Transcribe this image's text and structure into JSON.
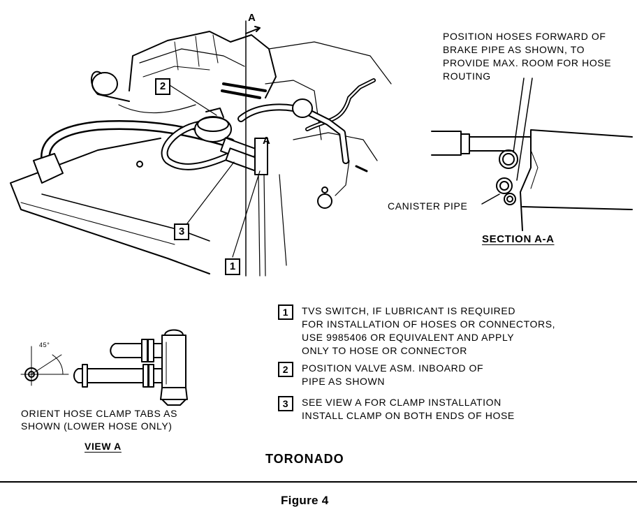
{
  "callouts": [
    "1",
    "2",
    "3"
  ],
  "section_marker": "A",
  "section_note": [
    "POSITION HOSES FORWARD OF",
    "BRAKE PIPE AS SHOWN, TO",
    "PROVIDE MAX. ROOM FOR HOSE",
    "ROUTING"
  ],
  "canister_label": "CANISTER PIPE",
  "section_title": "SECTION A-A",
  "notes": [
    {
      "num": "1",
      "text": "TVS SWITCH, IF LUBRICANT IS REQUIRED\nFOR INSTALLATION OF HOSES OR CONNECTORS,\nUSE 9985406 OR EQUIVALENT AND APPLY\nONLY TO HOSE OR CONNECTOR"
    },
    {
      "num": "2",
      "text": "POSITION VALVE ASM. INBOARD OF\nPIPE AS SHOWN"
    },
    {
      "num": "3",
      "text": "SEE VIEW A FOR CLAMP INSTALLATION\nINSTALL CLAMP ON BOTH ENDS OF HOSE"
    }
  ],
  "angle_label": "45°",
  "view_a_note": [
    "ORIENT HOSE CLAMP TABS AS",
    "SHOWN (LOWER HOSE ONLY)"
  ],
  "view_a_title": "VIEW A",
  "model": "TORONADO",
  "figure_caption": "Figure 4"
}
